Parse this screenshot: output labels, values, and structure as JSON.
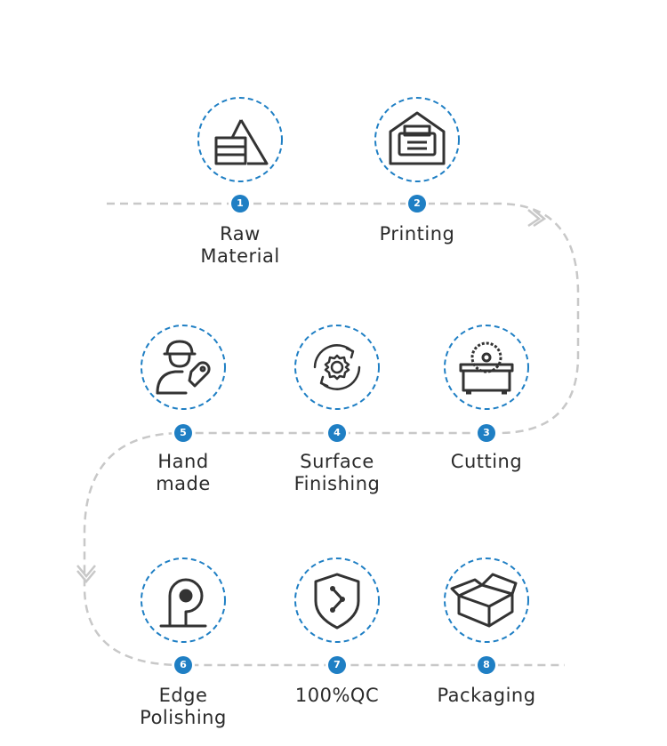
{
  "steps": [
    {
      "number": "1",
      "label": "Raw\nMaterial",
      "icon": "raw-material-icon"
    },
    {
      "number": "2",
      "label": "Printing",
      "icon": "printing-icon"
    },
    {
      "number": "3",
      "label": "Cutting",
      "icon": "cutting-icon"
    },
    {
      "number": "4",
      "label": "Surface\nFinishing",
      "icon": "surface-finishing-icon"
    },
    {
      "number": "5",
      "label": "Hand\nmade",
      "icon": "hand-made-icon"
    },
    {
      "number": "6",
      "label": "Edge\nPolishing",
      "icon": "edge-polishing-icon"
    },
    {
      "number": "7",
      "label": "100%QC",
      "icon": "qc-shield-icon"
    },
    {
      "number": "8",
      "label": "Packaging",
      "icon": "packaging-icon"
    }
  ],
  "colors": {
    "accent": "#1f7fc4",
    "connector": "#c8c8c8",
    "icon_stroke": "#333333",
    "text": "#2b2b2b"
  }
}
